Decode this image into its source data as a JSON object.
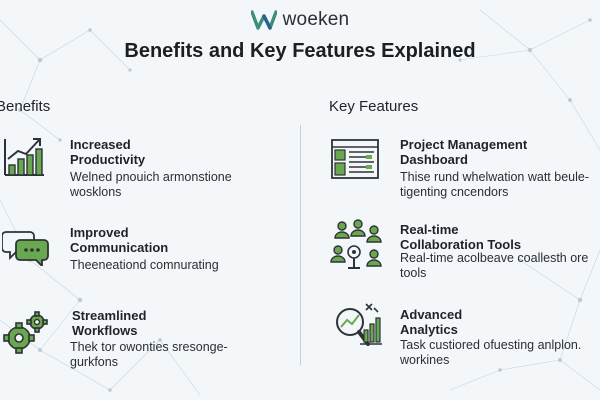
{
  "brand": {
    "name": "woeken",
    "logo_icon": "w-logo-icon",
    "accent": "#3a8f7a"
  },
  "title": "Benefits and Key Features Explained",
  "colors": {
    "icon_green": "#6aa84f",
    "icon_dark": "#2d3338",
    "background": "#f4f7f9"
  },
  "benefits": {
    "heading": "Benefits",
    "items": [
      {
        "icon": "growth-chart-icon",
        "title_line1": "Increased",
        "title_line2": "Productivity",
        "desc_line1": "Welned pnouich armonstione",
        "desc_line2": "wosklons"
      },
      {
        "icon": "chat-bubbles-icon",
        "title_line1": "Improved",
        "title_line2": "Communication",
        "desc_line1": "Theeneationd comnurating",
        "desc_line2": ""
      },
      {
        "icon": "gears-icon",
        "title_line1": "Streamlined",
        "title_line2": "Workflows",
        "desc_line1": "Thek tor owonties sresonge-",
        "desc_line2": "gurkfons"
      }
    ]
  },
  "features": {
    "heading": "Key Features",
    "items": [
      {
        "icon": "dashboard-icon",
        "title_line1": "Project Management",
        "title_line2": "Dashboard",
        "desc_line1": "Thise rund whelwation watt beule-",
        "desc_line2": "tigenting cncendors"
      },
      {
        "icon": "team-collaboration-icon",
        "title_line1": "Real-time",
        "title_line2": "Collaboration Tools",
        "desc_line1": "Real-time acolbeave coallesth ore",
        "desc_line2": "tools"
      },
      {
        "icon": "analytics-magnifier-icon",
        "title_line1": "Advanced",
        "title_line2": "Analytics",
        "desc_line1": "Task custiored ofuesting anlplon.",
        "desc_line2": "workines"
      }
    ]
  }
}
